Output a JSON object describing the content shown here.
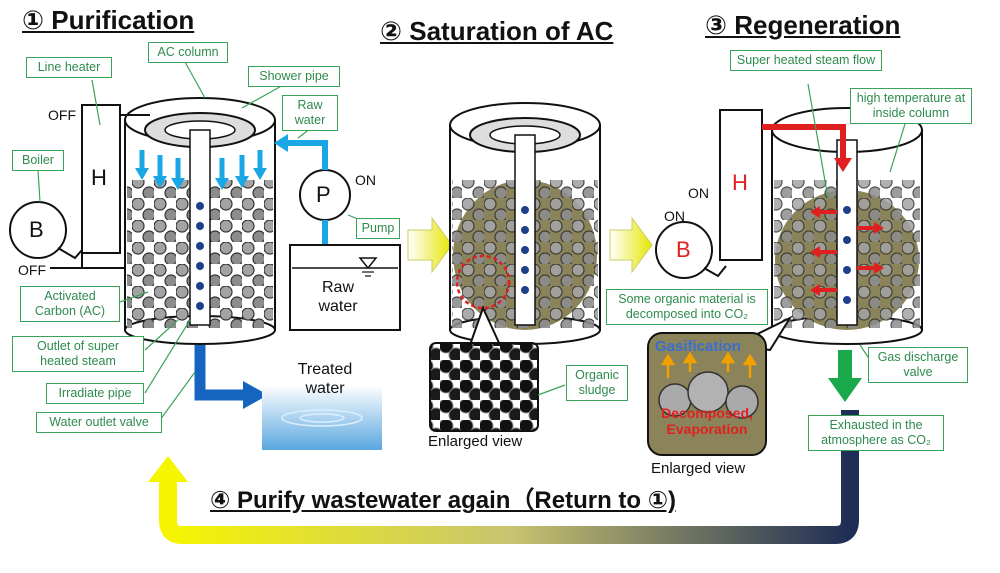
{
  "steps": {
    "purification": "① Purification",
    "saturation": "② Saturation of AC",
    "regeneration": "③ Regeneration",
    "purify_again": "④ Purify wastewater again（Return to ①)"
  },
  "labels": {
    "line_heater": "Line heater",
    "ac_column": "AC column",
    "shower_pipe": "Shower pipe",
    "raw_water_callout": "Raw water",
    "boiler": "Boiler",
    "pump": "Pump",
    "activated_carbon": "Activated Carbon (AC)",
    "outlet_steam": "Outlet of super heated steam",
    "irradiate_pipe": "Irradiate pipe",
    "water_outlet_valve": "Water outlet valve",
    "organic_sludge": "Organic sludge",
    "organic_decomposed": "Some organic material is decomposed into CO₂",
    "superheated_flow": "Super heated steam flow",
    "high_temp": "high temperature at inside column",
    "gas_discharge_valve": "Gas discharge valve",
    "exhausted": "Exhausted in the atmosphere as CO₂"
  },
  "texts": {
    "off": "OFF",
    "on": "ON",
    "heater_letter": "H",
    "boiler_letter": "B",
    "pump_letter": "P",
    "raw_water": "Raw water",
    "treated_water": "Treated water",
    "enlarged_view": "Enlarged view",
    "gasification": "Gasification",
    "decomposed": "Decomposed, Evaporation"
  },
  "colors": {
    "steam_blue": "#1aa7e6",
    "water_outlet": "#1565c0",
    "regen_red": "#e02020",
    "discharge_green": "#19a84a",
    "callout_border": "#3aa35a",
    "sludge": "#8b845a",
    "carbon_gray": "#9a9a9a"
  }
}
